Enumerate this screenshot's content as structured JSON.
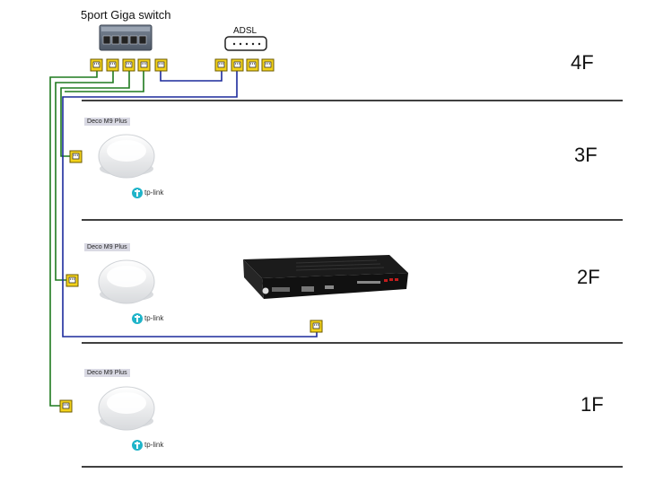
{
  "switch": {
    "label": "5port Giga switch"
  },
  "adsl": {
    "label": "ADSL"
  },
  "floors": [
    {
      "id": "4F",
      "label": "4F"
    },
    {
      "id": "3F",
      "label": "3F"
    },
    {
      "id": "2F",
      "label": "2F"
    },
    {
      "id": "1F",
      "label": "1F"
    }
  ],
  "decos": [
    {
      "floor": "3F",
      "badge": "Deco M9 Plus",
      "brand": "tp-link"
    },
    {
      "floor": "2F",
      "badge": "Deco M9 Plus",
      "brand": "tp-link"
    },
    {
      "floor": "1F",
      "badge": "Deco M9 Plus",
      "brand": "tp-link"
    }
  ],
  "colors": {
    "green_cable": "#1e7a1e",
    "blue_cable": "#1c2a9c",
    "jack_fill": "#f3d21a",
    "jack_border": "#6b5a00",
    "floor_line": "#000000"
  }
}
